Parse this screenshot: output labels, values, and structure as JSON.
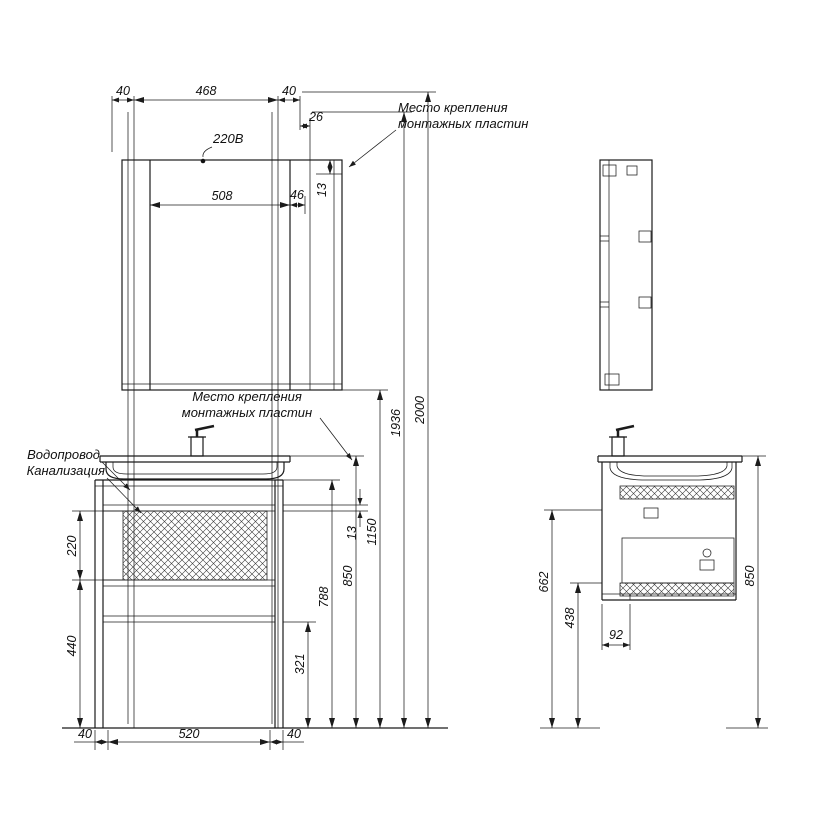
{
  "annotations": {
    "outlet": "220В",
    "mounting_top": {
      "line1": "Место крепления",
      "line2": "монтажных пластин"
    },
    "mounting_mid": {
      "line1": "Место крепления",
      "line2": "монтажных пластин"
    },
    "water": "Водопровод",
    "sewer": "Канализация"
  },
  "front_view": {
    "top_width_left": "40",
    "top_width_center": "468",
    "top_width_right": "40",
    "outlet_offset": "26",
    "mirror_door_width": "508",
    "mirror_side_width": "46",
    "mirror_plate_offset": "13",
    "vanity_plate_offset": "13",
    "pipe_zone_height": "220",
    "pipe_zone_to_floor": "440",
    "under_cabinet_height": "321",
    "cabinet_top_height": "788",
    "counter_height": "850",
    "mirror_bottom_height": "1150",
    "plate_height": "1936",
    "total_height": "2000",
    "bottom_width_left": "40",
    "bottom_width_center": "520",
    "bottom_width_right": "40"
  },
  "side_view": {
    "zone_top_height": "662",
    "zone_bottom_height": "438",
    "bracket_offset": "92",
    "counter_height": "850"
  }
}
